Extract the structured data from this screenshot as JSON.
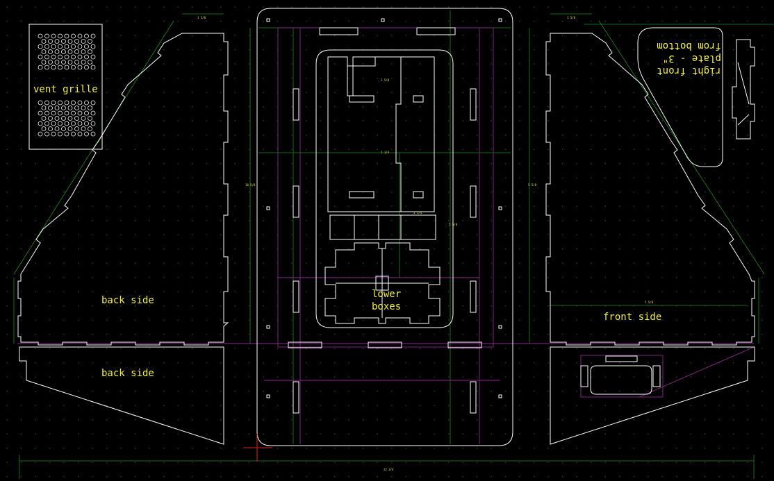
{
  "labels": {
    "vent_grille": "vent grille",
    "back_side_upper": "back side",
    "back_side_lower": "back side",
    "lower_boxes_line1": "lower",
    "lower_boxes_line2": "boxes",
    "front_side": "front side",
    "right_front_line1": "right front",
    "right_front_line2": "plate - 3\"",
    "right_front_line3": "from bottom"
  },
  "dimensions": {
    "overall_width": "22 3/4",
    "top_left": "1 5/8",
    "top_right": "1 5/8",
    "center_top_width": "1 5/8",
    "center_mid_width": "1 1/4",
    "center_lower_width": "1 1/4",
    "left_height": "18 5/8",
    "center_height": "5 5/8",
    "right_height": "5 5/8",
    "front_side_width": "5 5/8"
  },
  "colors": {
    "background": "#000000",
    "grid_dot": "#3a3a3a",
    "outline": "#ffffff",
    "dimension": "#1f8a1f",
    "guide": "#8a2a8a",
    "label": "#f5f04a",
    "cursor": "#e02020"
  }
}
